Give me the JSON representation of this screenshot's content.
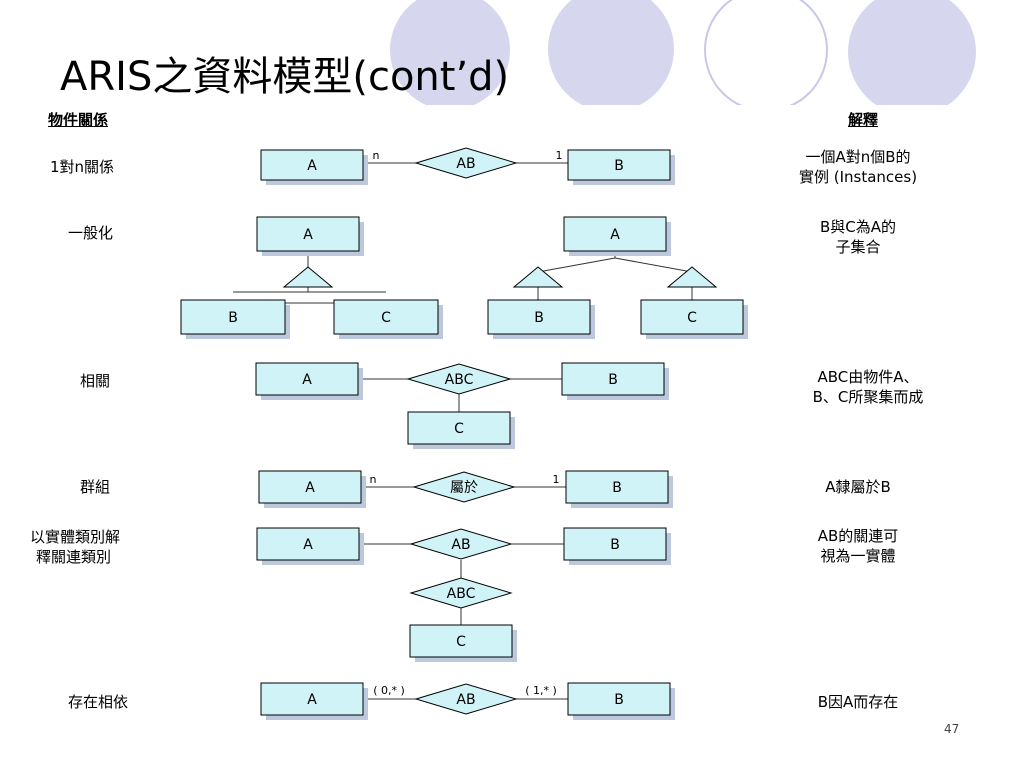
{
  "title": "ARIS之資料模型(cont’d)",
  "slide_number": "47",
  "header": {
    "left": "物件關係",
    "right": "解釋"
  },
  "rows": [
    {
      "name": "1對n關係",
      "explain": [
        "一個A對n個B的",
        "實例 (Instances)"
      ]
    },
    {
      "name": "一般化",
      "explain": [
        "B與C為A的",
        "子集合"
      ]
    },
    {
      "name": "相關",
      "explain": [
        "ABC由物件A、",
        "B、C所聚集而成"
      ]
    },
    {
      "name": "群組",
      "explain": [
        "A隸屬於B"
      ]
    },
    {
      "name": [
        "以實體類別解",
        "釋關連類別"
      ],
      "explain": [
        "AB的關連可",
        "視為一實體"
      ]
    },
    {
      "name": "存在相依",
      "explain": [
        "B因A而存在"
      ]
    }
  ],
  "entities": {
    "a": "A",
    "b": "B",
    "c": "C"
  },
  "relations": {
    "ab": "AB",
    "abc": "ABC",
    "belongs": "屬於"
  },
  "cardinality": {
    "n": "n",
    "one": "1",
    "zero_many": "( 0,* )",
    "one_many": "( 1,* )"
  },
  "colors": {
    "box_fill": "#cff3f7",
    "box_shadow": "#bcc8dc",
    "deco": "#d6d6ef"
  }
}
